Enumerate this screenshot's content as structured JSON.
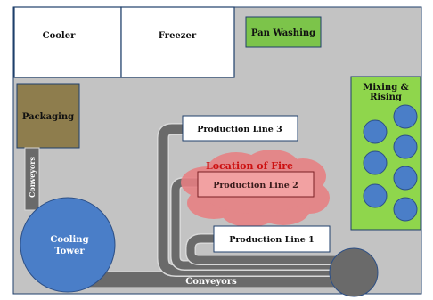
{
  "colors": {
    "floor": "#c3c3c3",
    "frame": "#1f3f6b",
    "room_fill": "#ffffff",
    "pan_washing_fill": "#7cc44a",
    "packaging_fill": "#8e7d4d",
    "mixing_fill": "#8fd64c",
    "mixing_circle": "#4a7ec8",
    "cooling_tower": "#4a7ec8",
    "conveyor": "#6a6a6a",
    "conveyor_edge": "#d8d8d8",
    "fire_cloud": "#e87f82",
    "fire_label": "#cc1010",
    "tower_label": "#ffffff",
    "conveyor_label": "#ffffff"
  },
  "rooms": {
    "cooler": "Cooler",
    "freezer": "Freezer",
    "pan_washing": "Pan Washing",
    "packaging": "Packaging",
    "mixing_rising": [
      "Mixing &",
      "Rising"
    ]
  },
  "production_lines": {
    "line_3": "Production Line 3",
    "line_2": "Production Line 2",
    "line_1": "Production Line 1"
  },
  "fire_label": "Location of Fire",
  "cooling_tower": [
    "Cooling",
    "Tower"
  ],
  "conveyor_labels": {
    "vertical": "Conveyors",
    "horizontal": "Conveyors"
  }
}
